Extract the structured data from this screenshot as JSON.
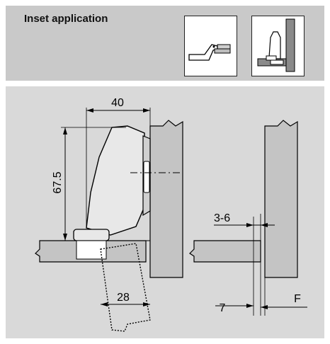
{
  "header": {
    "title": "Inset application"
  },
  "dimensions": {
    "width_40": "40",
    "height_67_5": "67.5",
    "gap_3_6": "3-6",
    "depth_28": "28",
    "offset_7": "7",
    "overlay_f": "F"
  },
  "colors": {
    "header_bg": "#c9c9c9",
    "diagram_bg": "#d9d9d9",
    "panel_fill": "#c4c4c4",
    "hinge_fill": "#e8e8e8"
  }
}
